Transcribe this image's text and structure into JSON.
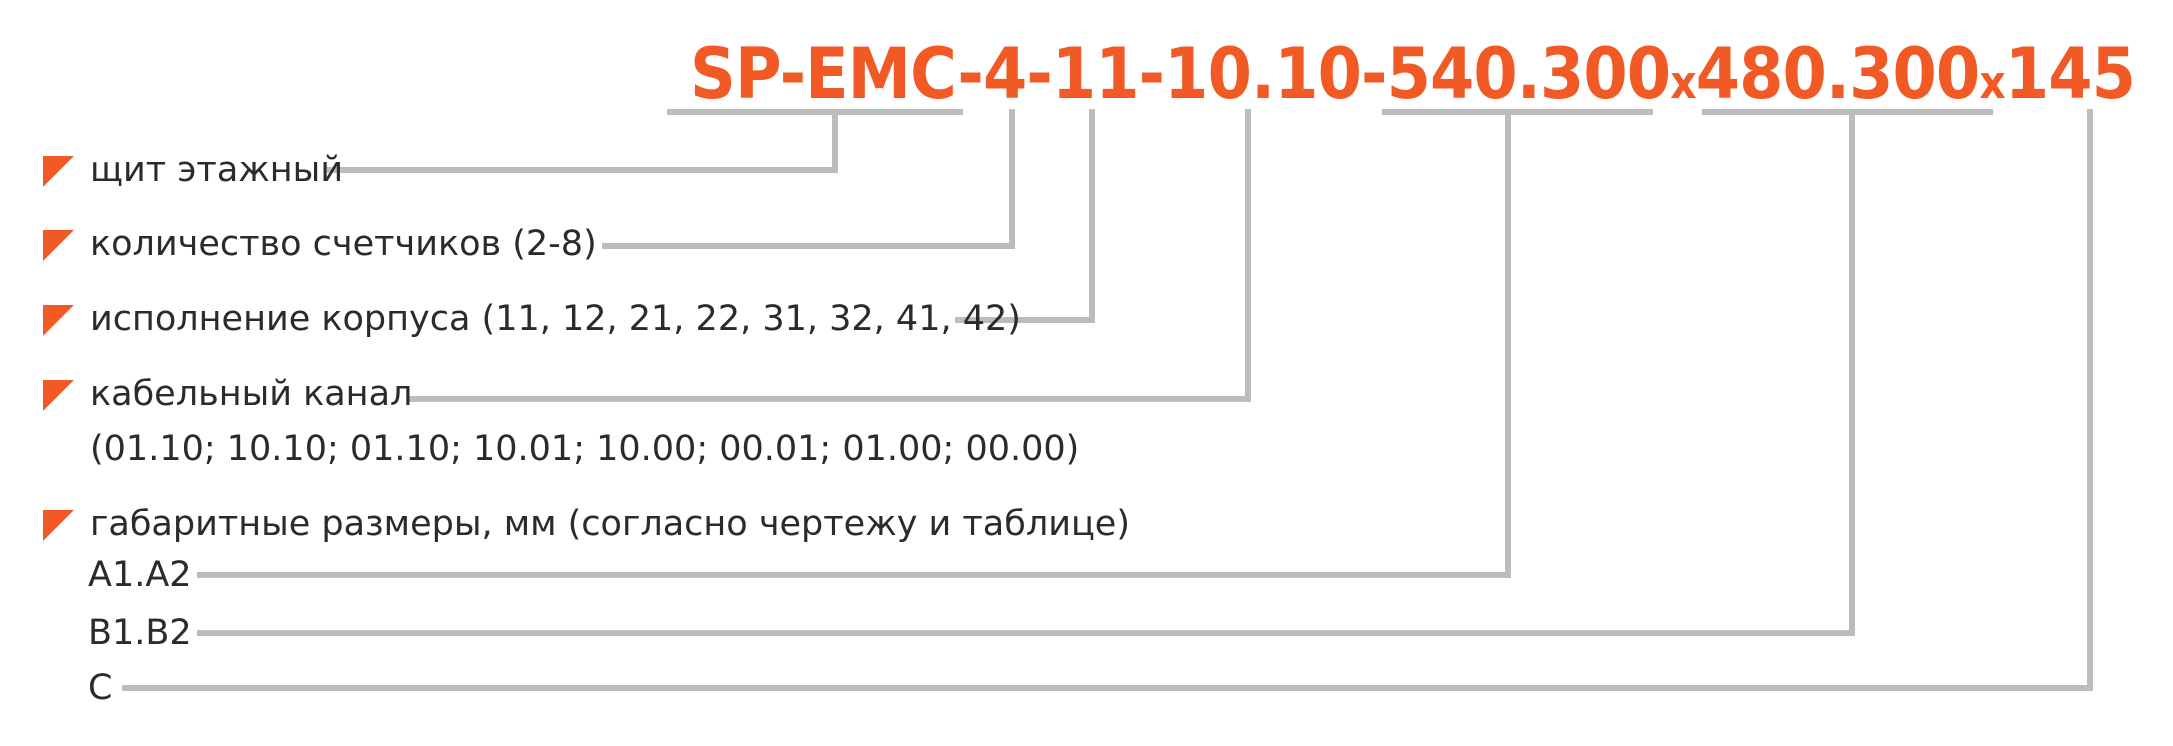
{
  "code": {
    "parts": [
      "SP-EMC",
      "-",
      "4",
      "-",
      "11",
      "-",
      "10.10",
      "-",
      "540.300",
      "x",
      "480.300",
      "x",
      "145"
    ]
  },
  "descriptions": {
    "floor_panel": "щит этажный",
    "meter_count": "количество счетчиков (2-8)",
    "housing_version": "исполнение корпуса (11, 12, 21, 22, 31, 32, 41, 42)",
    "cable_channel": "кабельный канал",
    "cable_channel_options": "(01.10; 10.10; 01.10; 10.01; 10.00; 00.01; 01.00; 00.00)",
    "dimensions": "габаритные размеры, мм (согласно чертежу и таблице)",
    "dim_a": "A1.A2",
    "dim_b": "B1.B2",
    "dim_c": "C"
  },
  "colors": {
    "accent": "#f15a24",
    "line": "#bcbcbc",
    "text": "#2b2b2b"
  }
}
